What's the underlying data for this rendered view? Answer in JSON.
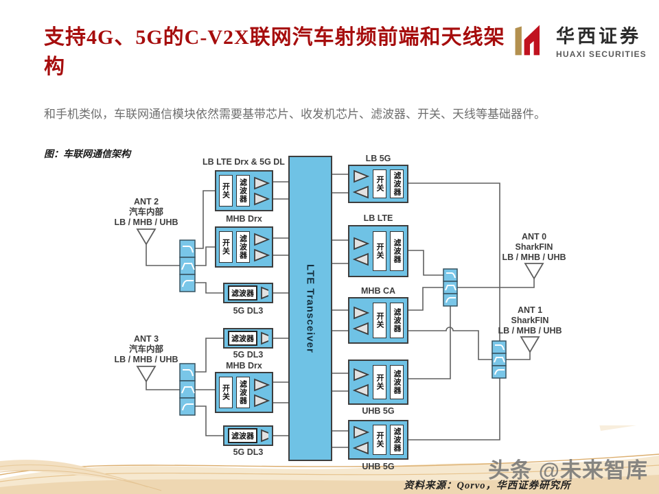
{
  "slide": {
    "title": "支持4G、5G的C-V2X联网汽车射频前端和天线架构",
    "body": "和手机类似，车联网通信模块依然需要基带芯片、收发机芯片、滤波器、开关、天线等基础器件。",
    "figure_caption": "图：车联网通信架构",
    "source": "资料来源：Qorvo，华西证券研究所",
    "watermark": "头条 @未来智库"
  },
  "logo": {
    "cn": "华西证券",
    "en": "HUAXI SECURITIES"
  },
  "diagram": {
    "labels": {
      "switch": "开关",
      "filter": "滤波器",
      "transceiver": "LTE Transceiver"
    },
    "left_blocks": [
      {
        "label": "LB LTE Drx & 5G DL"
      },
      {
        "label": "MHB Drx"
      },
      {
        "label": "5G DL3"
      },
      {
        "label": "5G DL3"
      },
      {
        "label": "MHB Drx"
      },
      {
        "label": "5G DL3"
      }
    ],
    "right_blocks": [
      {
        "label": "LB 5G"
      },
      {
        "label": "LB LTE"
      },
      {
        "label": "MHB CA"
      },
      {
        "label": "UHB 5G"
      },
      {
        "label": "UHB 5G"
      }
    ],
    "antennas": {
      "ant2": [
        "ANT 2",
        "汽车内部",
        "LB / MHB / UHB"
      ],
      "ant3": [
        "ANT 3",
        "汽车内部",
        "LB / MHB / UHB"
      ],
      "ant0": [
        "ANT 0",
        "SharkFIN",
        "LB / MHB / UHB"
      ],
      "ant1": [
        "ANT 1",
        "SharkFIN",
        "LB / MHB / UHB"
      ]
    }
  },
  "colors": {
    "title_red": "#a60d0d",
    "block_blue": "#6fc2e5",
    "logo_red": "#c0121f",
    "logo_gold": "#b3904f",
    "wire_gray": "#5f5f5f"
  }
}
